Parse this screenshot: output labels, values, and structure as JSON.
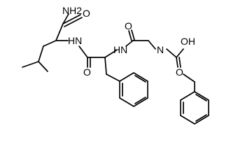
{
  "molecule": {
    "atom_labels": {
      "nh2": "NH2",
      "amide_o_top": "O",
      "hn_left": "HN",
      "o_mid_left": "O",
      "o_mid_top": "O",
      "hn_mid": "HN",
      "hn_right": "N",
      "oh": "OH",
      "o_ester": "O"
    }
  },
  "colors": {
    "bond": "#000000",
    "background": "#ffffff"
  }
}
